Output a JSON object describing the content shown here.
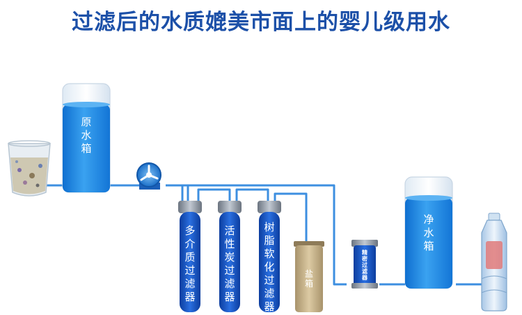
{
  "title": "过滤后的水质媲美市面上的婴儿级用水",
  "components": {
    "raw_tank": "原水箱",
    "multi_media_filter": "多介质过滤器",
    "activated_carbon_filter": "活性炭过滤器",
    "softener_filter": "树脂软化过滤器",
    "salt_tank": "盐箱",
    "precision_filter": "精密过滤器",
    "clean_tank": "净水箱"
  },
  "colors": {
    "title": "#1c50a8",
    "pipe": "#3d8fe0",
    "tank_water": "#1e84e0",
    "filter_body": "#1a55c4",
    "salt_tank": "#c8b48c"
  },
  "icons": [
    "glass-of-dirty-water-icon",
    "pump-icon",
    "water-bottle-icon"
  ]
}
